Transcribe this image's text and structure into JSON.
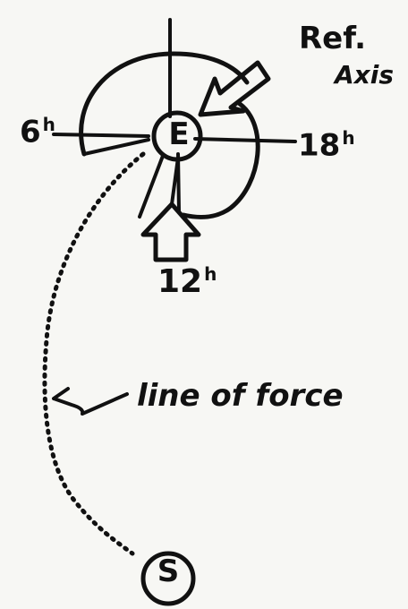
{
  "labels": {
    "earth": "E",
    "sun": "S",
    "six_h": {
      "num": "6",
      "sup": "h"
    },
    "eighteen_h": {
      "num": "18",
      "sup": "h"
    },
    "twelve_h": {
      "num": "12",
      "sup": "h"
    },
    "ref": "Ref.",
    "axis": "Axis",
    "line_of_force": "line of force"
  }
}
